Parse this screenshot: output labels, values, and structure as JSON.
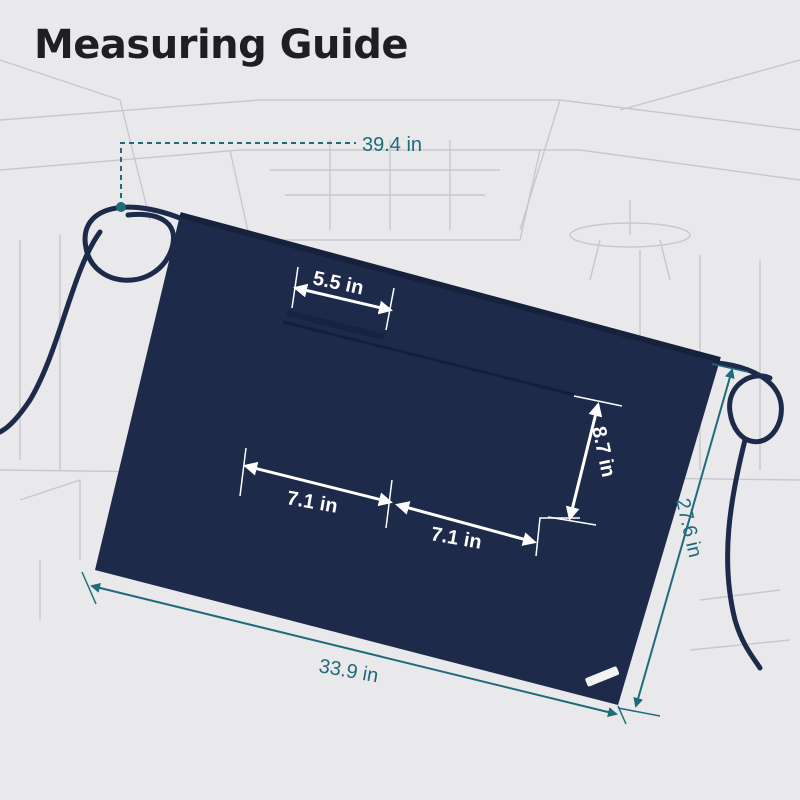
{
  "title": "Measuring Guide",
  "measurements": {
    "tie_length": "39.4 in",
    "pocket_opening": "5.5 in",
    "pocket_height": "8.7 in",
    "pocket_left_width": "7.1 in",
    "pocket_right_width": "7.1 in",
    "apron_width": "33.9 in",
    "apron_length": "27.6 in"
  },
  "colors": {
    "background": "#e9e9ec",
    "apron": "#1d2a4a",
    "accent": "#1e6b7a",
    "marker": "#ffffff"
  },
  "icons": {
    "tag": "brand-tag-icon"
  }
}
